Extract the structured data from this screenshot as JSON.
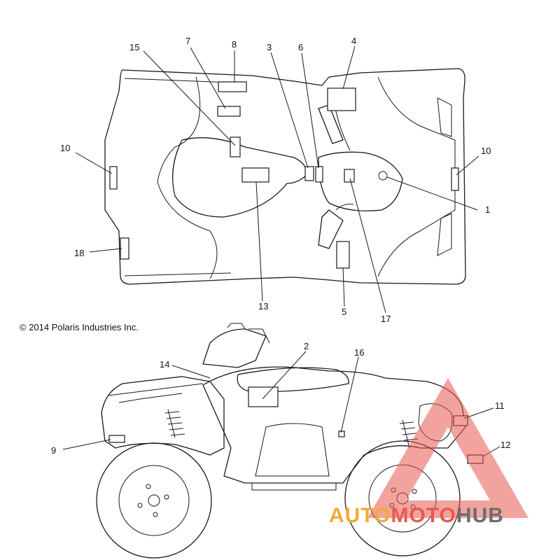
{
  "copyright": "© 2014 Polaris Industries Inc.",
  "callouts": [
    "1",
    "2",
    "3",
    "4",
    "5",
    "6",
    "7",
    "8",
    "9",
    "10",
    "10",
    "11",
    "12",
    "13",
    "14",
    "15",
    "16",
    "17",
    "18"
  ],
  "watermark": {
    "part1": "AUTO",
    "part2": "MOTO",
    "part3": "HUB",
    "color_orange": "#f2a93b",
    "color_red": "#e8584f",
    "color_gray": "#6d6d6d"
  }
}
